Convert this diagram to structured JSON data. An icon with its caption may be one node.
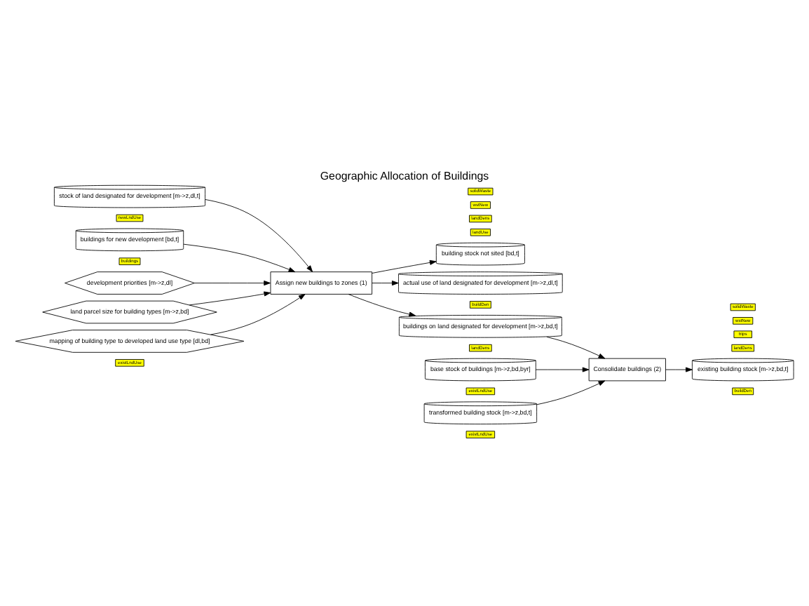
{
  "diagram": {
    "title": "Geographic Allocation of Buildings",
    "nodes": [
      {
        "text": [
          "stock of land designated for development [m->z,dl,t]"
        ],
        "beside": [
          "newLndUse"
        ]
      },
      {
        "text": [
          "buildings for new development [bd,t]"
        ],
        "beside": [
          "buildings"
        ]
      },
      {
        "text": [
          "development priorities [m->z,dl]"
        ]
      },
      {
        "text": [
          "land parcel size for building types [m->z,bd]"
        ]
      },
      {
        "text": [
          "mapping of building type to developed land use type [dl,bd]"
        ],
        "beside": [
          "existLndUse"
        ]
      },
      {
        "text": [
          "Assign new buildings to zones (1)"
        ]
      },
      {
        "text": [
          "building stock not sited [bd,t]"
        ]
      },
      {
        "text": [
          "actual use of land designated for development [m->z,dl,t]"
        ],
        "beside": [
          "buildDen",
          "landUse",
          "landDens"
        ]
      },
      {
        "text": [
          "buildings on land designated for development [m->z,bd,t]"
        ],
        "beside": [
          "landDens"
        ]
      },
      {
        "text": [
          "base stock of buildings [m->z,bd,byr]"
        ],
        "beside": [
          "existLndUse",
          "wstNew",
          "solidWaste"
        ]
      },
      {
        "text": [
          "transformed building stock [m->z,bd,t]"
        ],
        "beside": [
          "existLndUse"
        ]
      },
      {
        "text": [
          "Consolidate buildings (2)"
        ]
      },
      {
        "text": [
          "existing building stock [m->z,bd,t]"
        ],
        "beside": [
          "buildDen",
          "landDens",
          "trips",
          "wstNew",
          "solidWaste"
        ]
      }
    ],
    "edges": [
      {
        "from": 0,
        "to": 5,
        "arrow": "to"
      },
      {
        "from": 1,
        "to": 5,
        "arrow": "to"
      },
      {
        "from": 2,
        "to": 5,
        "arrow": "to"
      },
      {
        "from": 3,
        "to": 5,
        "arrow": "to"
      },
      {
        "from": 4,
        "to": 5,
        "arrow": "to"
      },
      {
        "from": 5,
        "to": 6,
        "arrow": "to"
      },
      {
        "from": 5,
        "to": 7,
        "arrow": "to"
      },
      {
        "from": 5,
        "to": 8,
        "arrow": "to"
      },
      {
        "from": 8,
        "to": 11,
        "arrow": "to"
      },
      {
        "from": 9,
        "to": 11,
        "arrow": "to"
      },
      {
        "from": 10,
        "to": 11,
        "arrow": "to"
      },
      {
        "from": 11,
        "to": 12,
        "arrow": "to"
      }
    ]
  }
}
